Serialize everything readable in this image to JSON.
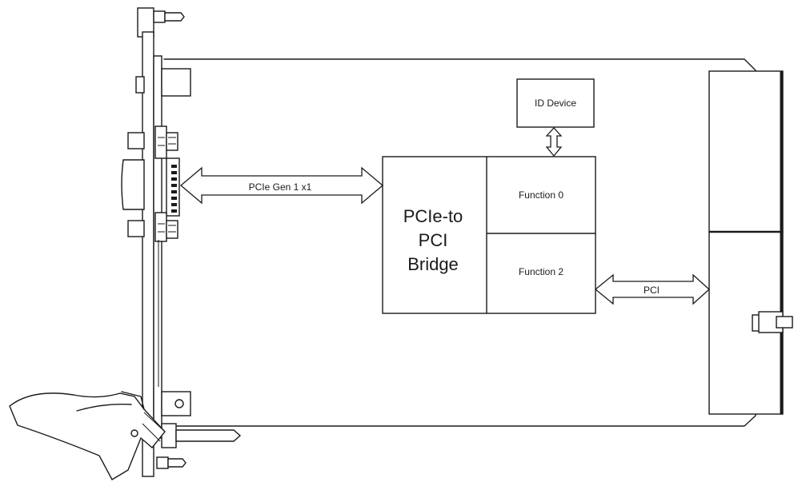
{
  "diagram": {
    "link_labels": {
      "pcie": "PCIe Gen 1 x1",
      "pci": "PCI"
    },
    "id_device": {
      "label": "ID Device"
    },
    "bridge": {
      "line1": "PCIe-to",
      "line2": "PCI",
      "line3": "Bridge",
      "function_top": "Function 0",
      "function_bottom": "Function 2"
    }
  }
}
